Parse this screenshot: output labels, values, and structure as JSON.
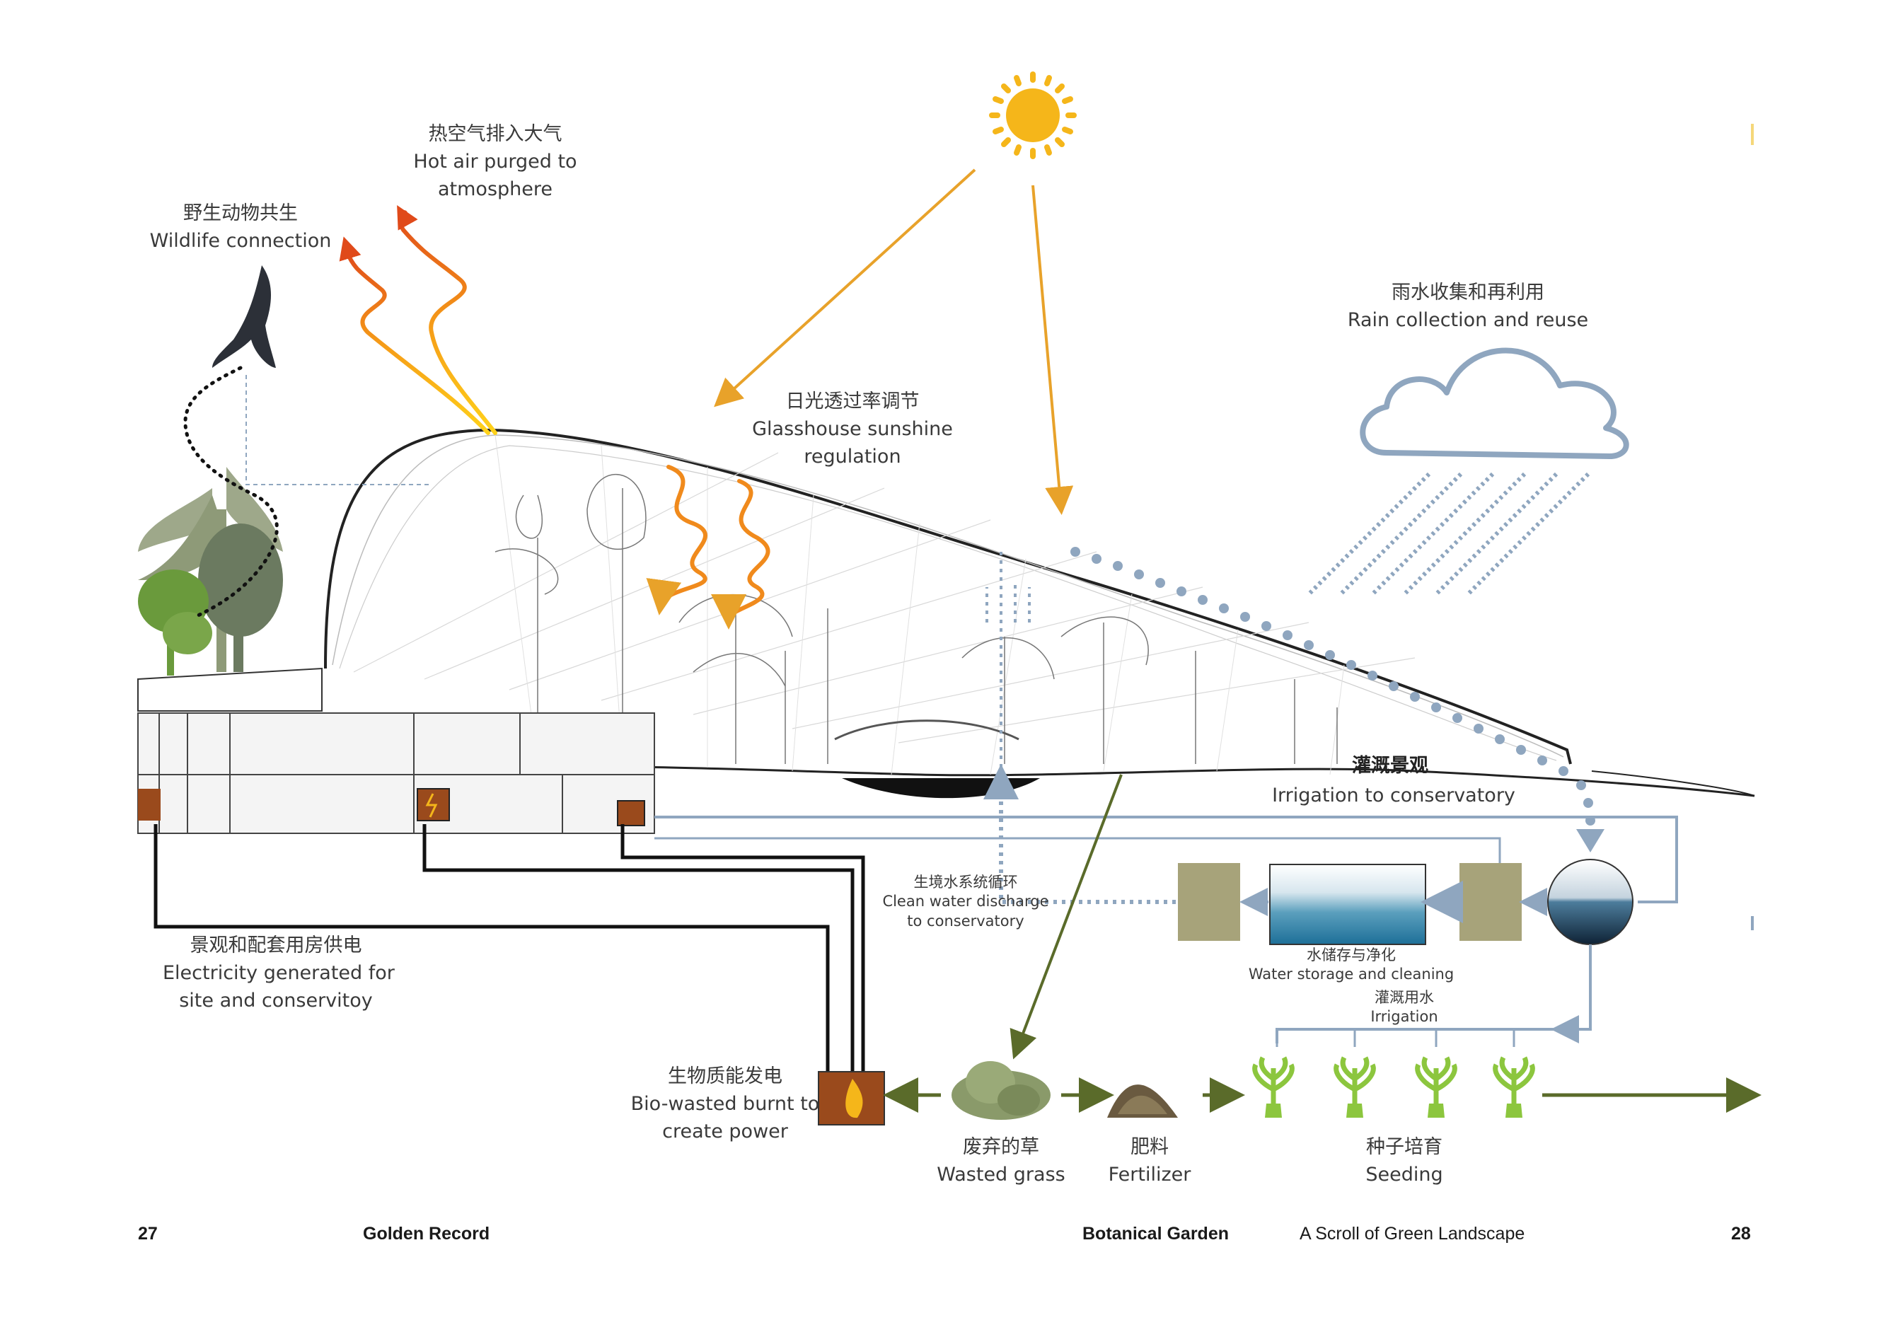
{
  "labels": {
    "hot_air": {
      "zh": "热空气排入大气",
      "en1": "Hot air purged to",
      "en2": "atmosphere"
    },
    "wildlife": {
      "zh": "野生动物共生",
      "en": "Wildlife connection"
    },
    "sunshine": {
      "zh": "日光透过率调节",
      "en1": "Glasshouse sunshine",
      "en2": "regulation"
    },
    "rain": {
      "zh": "雨水收集和再利用",
      "en": "Rain collection and reuse"
    },
    "irrigation_zh_mark": "灌溉景观",
    "irrigation_conservatory": "Irrigation to conservatory",
    "clean_water": {
      "zh": "生境水系统循环",
      "en1": "Clean water discharge",
      "en2": "to conservatory"
    },
    "water_storage": {
      "zh": "水储存与净化",
      "en": "Water storage and cleaning"
    },
    "irrigation": {
      "zh": "灌溉用水",
      "en": "Irrigation"
    },
    "electricity": {
      "zh": "景观和配套用房供电",
      "en1": "Electricity generated for",
      "en2": "site and conservitoy"
    },
    "bio": {
      "zh": "生物质能发电",
      "en1": "Bio-wasted burnt to",
      "en2": "create power"
    },
    "grass": {
      "zh": "废弃的草",
      "en": "Wasted grass"
    },
    "fertilizer": {
      "zh": "肥料",
      "en": "Fertilizer"
    },
    "seeding": {
      "zh": "种子培育",
      "en": "Seeding"
    }
  },
  "footer": {
    "left_page": "27",
    "left_title": "Golden Record",
    "right_title": "Botanical Garden",
    "right_subtitle": "A Scroll of Green Landscape",
    "right_page": "28"
  },
  "colors": {
    "sun": "#f5b61a",
    "sun_arrow": "#e8a22a",
    "heat_wave": "#f08a1c",
    "water_line": "#8fa6bf",
    "rain": "#8fa6bf",
    "power_line": "#111111",
    "organic_arrow": "#5a6b2a",
    "tank_box": "#a7a37a",
    "furnace": "#9a4a1c"
  }
}
